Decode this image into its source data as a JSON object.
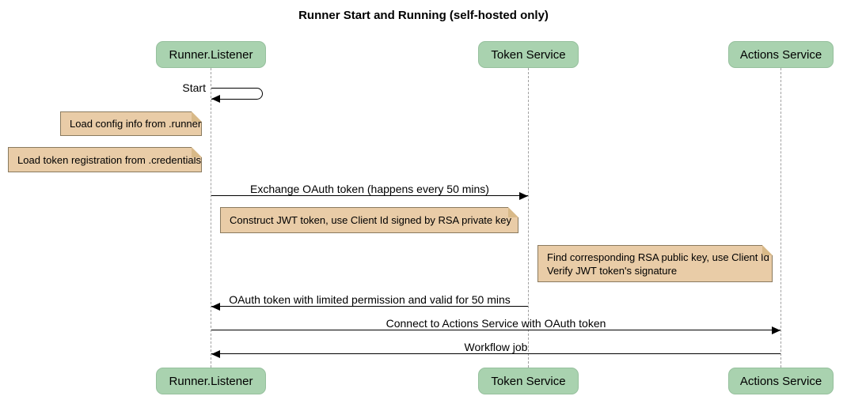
{
  "diagram": {
    "type": "sequence",
    "title": "Runner Start and Running (self-hosted only)"
  },
  "participants": [
    {
      "label": "Runner.Listener"
    },
    {
      "label": "Token Service"
    },
    {
      "label": "Actions Service"
    }
  ],
  "messages": {
    "start": {
      "label": "Start",
      "from": "Runner.Listener",
      "to": "Runner.Listener",
      "kind": "self"
    },
    "exchange": {
      "label": "Exchange OAuth token (happens every 50 mins)",
      "from": "Runner.Listener",
      "to": "Token Service"
    },
    "oauth_return": {
      "label": "OAuth token with limited permission and valid for 50 mins",
      "from": "Token Service",
      "to": "Runner.Listener"
    },
    "connect": {
      "label": "Connect to Actions Service with OAuth token",
      "from": "Runner.Listener",
      "to": "Actions Service"
    },
    "workflow": {
      "label": "Workflow job",
      "from": "Actions Service",
      "to": "Runner.Listener"
    }
  },
  "notes": {
    "config": {
      "label": "Load config info from .runner",
      "attached_to": "Runner.Listener"
    },
    "credentials": {
      "label": "Load token registration from .credentials",
      "attached_to": "Runner.Listener"
    },
    "jwt": {
      "label": "Construct JWT token, use Client Id signed by RSA private key",
      "attached_to": "Runner.Listener"
    },
    "verify": {
      "line1": "Find corresponding RSA public key, use Client Id",
      "line2": "Verify JWT token's signature",
      "attached_to": "Actions Service"
    }
  },
  "colors": {
    "participant_fill": "#A9D2AF",
    "participant_border": "#96C09D",
    "note_fill": "#E9CCA7",
    "note_border": "#8A7A5E",
    "note_fold": "#D8B988",
    "lifeline": "#A0A0A0",
    "message_line": "#000000",
    "text": "#000000",
    "background": "#FFFFFF"
  }
}
